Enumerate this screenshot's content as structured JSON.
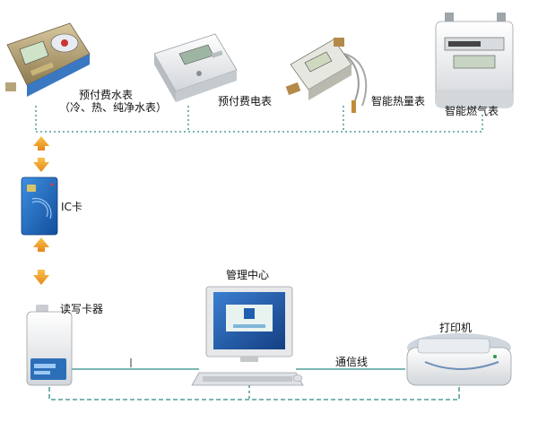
{
  "colors": {
    "connector": "#2c8a86",
    "arrow_orange": "#f3a21e",
    "screen_blue": "#1f5fb0",
    "card_blue": "#1d6dc6"
  },
  "devices": {
    "water_meter": {
      "label_line1": "预付费水表",
      "label_line2": "（冷、热、纯净水表）",
      "icon": "water-meter-icon"
    },
    "electric_meter": {
      "label": "预付费电表",
      "icon": "electric-meter-icon"
    },
    "heat_meter": {
      "label": "智能热量表",
      "icon": "heat-meter-icon"
    },
    "gas_meter": {
      "label": "智能燃气表",
      "icon": "gas-meter-icon"
    },
    "ic_card": {
      "label": "IC卡",
      "icon": "ic-card-icon"
    },
    "card_reader": {
      "label": "读写卡器",
      "icon": "card-reader-icon"
    },
    "management_center": {
      "label": "管理中心",
      "icon": "computer-icon"
    },
    "printer": {
      "label": "打印机",
      "icon": "printer-icon"
    }
  },
  "links": {
    "communication": {
      "label": "通信线"
    }
  }
}
